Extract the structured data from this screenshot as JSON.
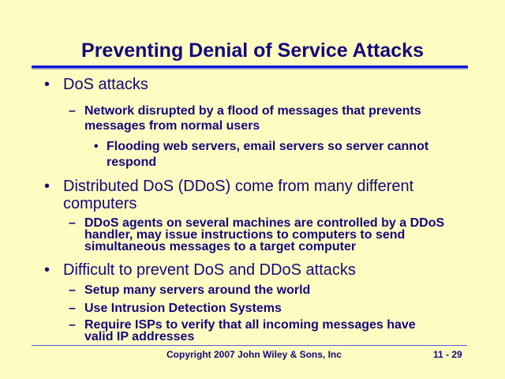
{
  "title": "Preventing Denial of Service Attacks",
  "markers": {
    "bullet1": "•",
    "dash": "–",
    "bullet3": "•"
  },
  "items": [
    {
      "level": 1,
      "lines": [
        "DoS attacks"
      ]
    },
    {
      "level": 2,
      "lines": [
        "Network disrupted by a flood of messages that prevents",
        "messages from normal users"
      ]
    },
    {
      "level": 3,
      "lines": [
        "Flooding web servers, email servers so server cannot",
        "respond"
      ]
    },
    {
      "level": 1,
      "lines": [
        "Distributed DoS (DDoS) come from many different",
        "computers"
      ]
    },
    {
      "level": 2,
      "lines": [
        "DDoS agents on several machines are controlled by a DDoS",
        "handler, may issue instructions to computers to send",
        "simultaneous messages to a target computer"
      ]
    },
    {
      "level": 1,
      "lines": [
        "Difficult to prevent DoS and DDoS attacks"
      ]
    },
    {
      "level": 2,
      "lines": [
        "Setup many servers around the world"
      ]
    },
    {
      "level": 2,
      "lines": [
        "Use Intrusion Detection Systems"
      ]
    },
    {
      "level": 2,
      "lines": [
        "Require ISPs to verify that all incoming messages have",
        "valid IP addresses"
      ]
    }
  ],
  "footer": {
    "copyright": "Copyright 2007 John Wiley & Sons, Inc",
    "page": "11 - 29"
  }
}
